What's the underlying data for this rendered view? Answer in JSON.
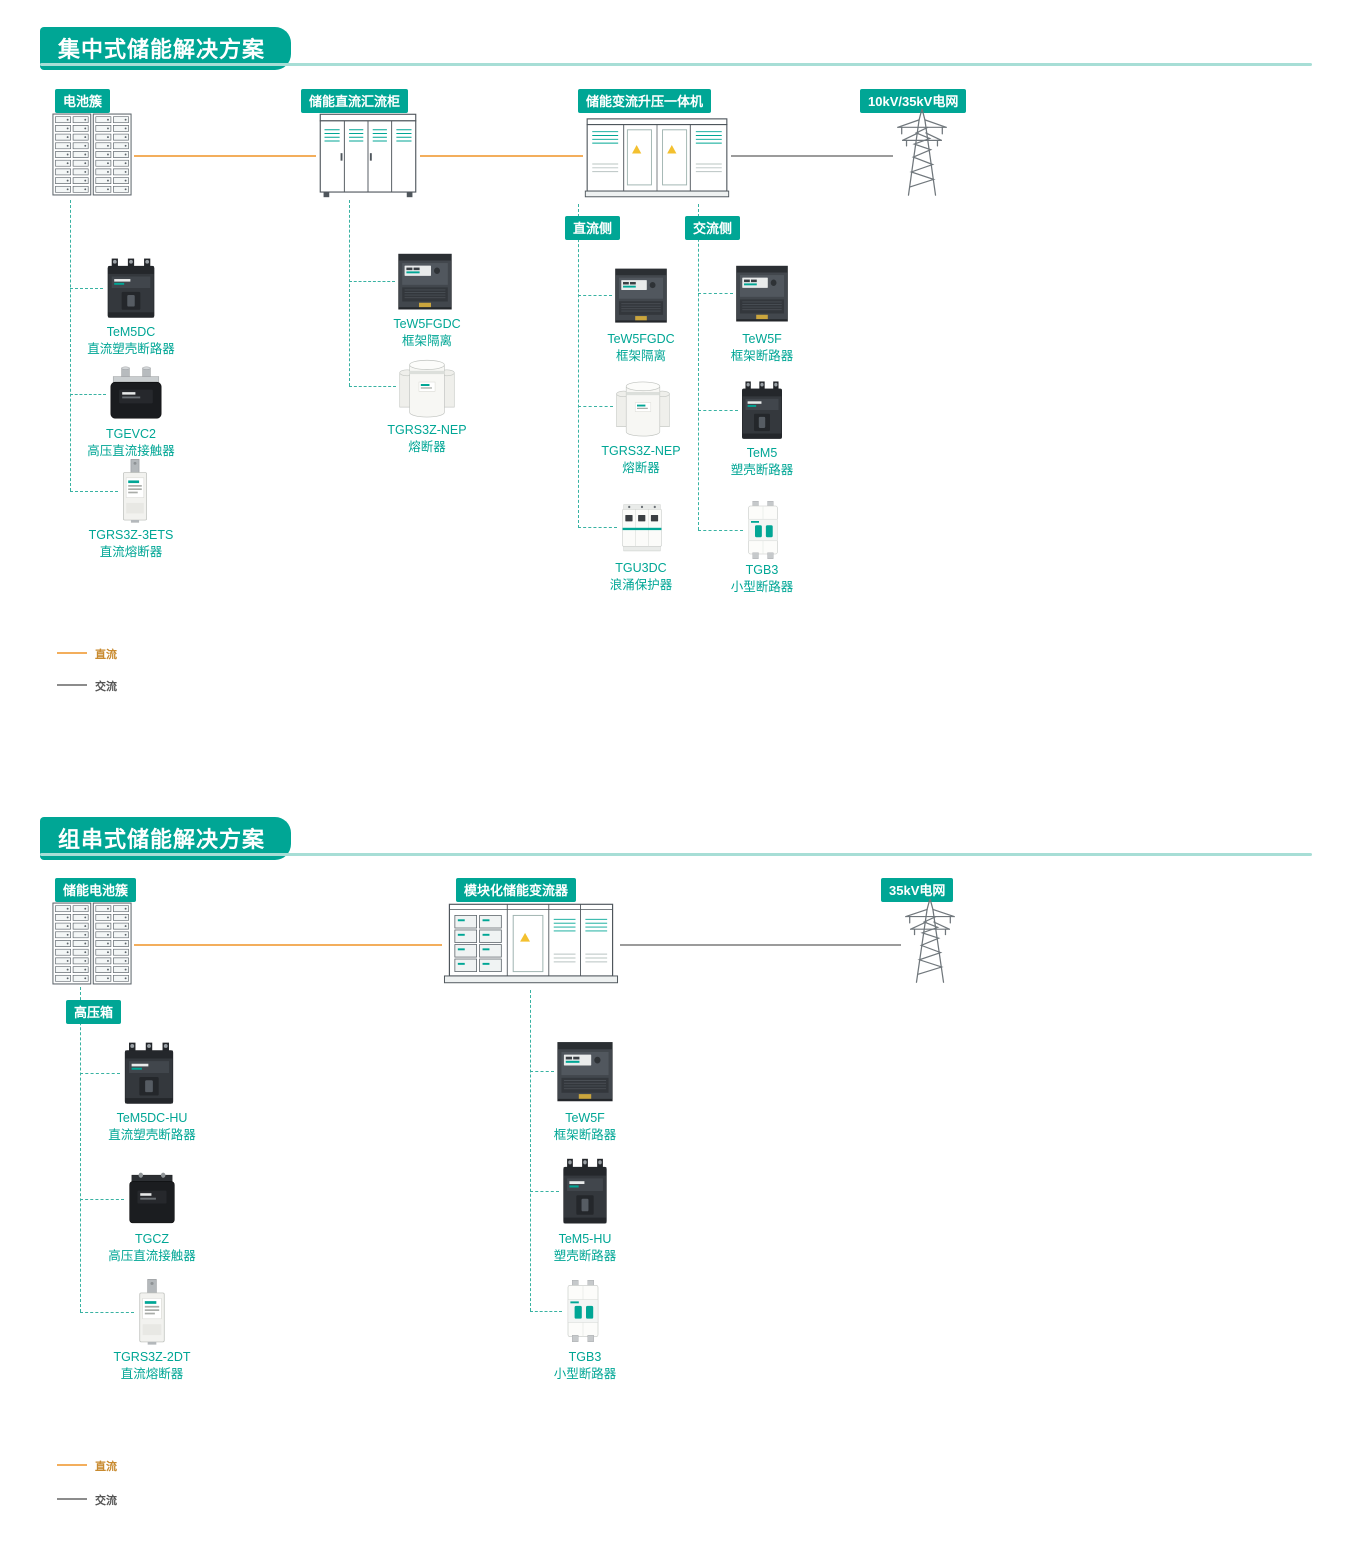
{
  "colors": {
    "teal": "#00a695",
    "dc_line": "#f3ae5c",
    "ac_line": "#9b9b9b"
  },
  "sections": [
    {
      "title": "集中式储能解决方案",
      "nodes": [
        {
          "label": "电池簇"
        },
        {
          "label": "储能直流汇流柜"
        },
        {
          "label": "储能变流升压一体机"
        },
        {
          "label": "10kV/35kV电网"
        }
      ],
      "sub_badges": [
        {
          "label": "直流侧"
        },
        {
          "label": "交流侧"
        }
      ],
      "groups": {
        "battery": [
          {
            "model": "TeM5DC",
            "desc": "直流塑壳断路器"
          },
          {
            "model": "TGEVC2",
            "desc": "高压直流接触器"
          },
          {
            "model": "TGRS3Z-3ETS",
            "desc": "直流熔断器"
          }
        ],
        "cabinet": [
          {
            "model": "TeW5FGDC",
            "desc": "框架隔离"
          },
          {
            "model": "TGRS3Z-NEP",
            "desc": "熔断器"
          }
        ],
        "dc_side": [
          {
            "model": "TeW5FGDC",
            "desc": "框架隔离"
          },
          {
            "model": "TGRS3Z-NEP",
            "desc": "熔断器"
          },
          {
            "model": "TGU3DC",
            "desc": "浪涌保护器"
          }
        ],
        "ac_side": [
          {
            "model": "TeW5F",
            "desc": "框架断路器"
          },
          {
            "model": "TeM5",
            "desc": "塑壳断路器"
          },
          {
            "model": "TGB3",
            "desc": "小型断路器"
          }
        ]
      },
      "legend": [
        {
          "label": "直流"
        },
        {
          "label": "交流"
        }
      ]
    },
    {
      "title": "组串式储能解决方案",
      "nodes": [
        {
          "label": "储能电池簇"
        },
        {
          "label": "模块化储能变流器"
        },
        {
          "label": "35kV电网"
        }
      ],
      "sub_badges": [
        {
          "label": "高压箱"
        }
      ],
      "groups": {
        "battery": [
          {
            "model": "TeM5DC-HU",
            "desc": "直流塑壳断路器"
          },
          {
            "model": "TGCZ",
            "desc": "高压直流接触器"
          },
          {
            "model": "TGRS3Z-2DT",
            "desc": "直流熔断器"
          }
        ],
        "converter": [
          {
            "model": "TeW5F",
            "desc": "框架断路器"
          },
          {
            "model": "TeM5-HU",
            "desc": "塑壳断路器"
          },
          {
            "model": "TGB3",
            "desc": "小型断路器"
          }
        ]
      },
      "legend": [
        {
          "label": "直流"
        },
        {
          "label": "交流"
        }
      ]
    }
  ]
}
